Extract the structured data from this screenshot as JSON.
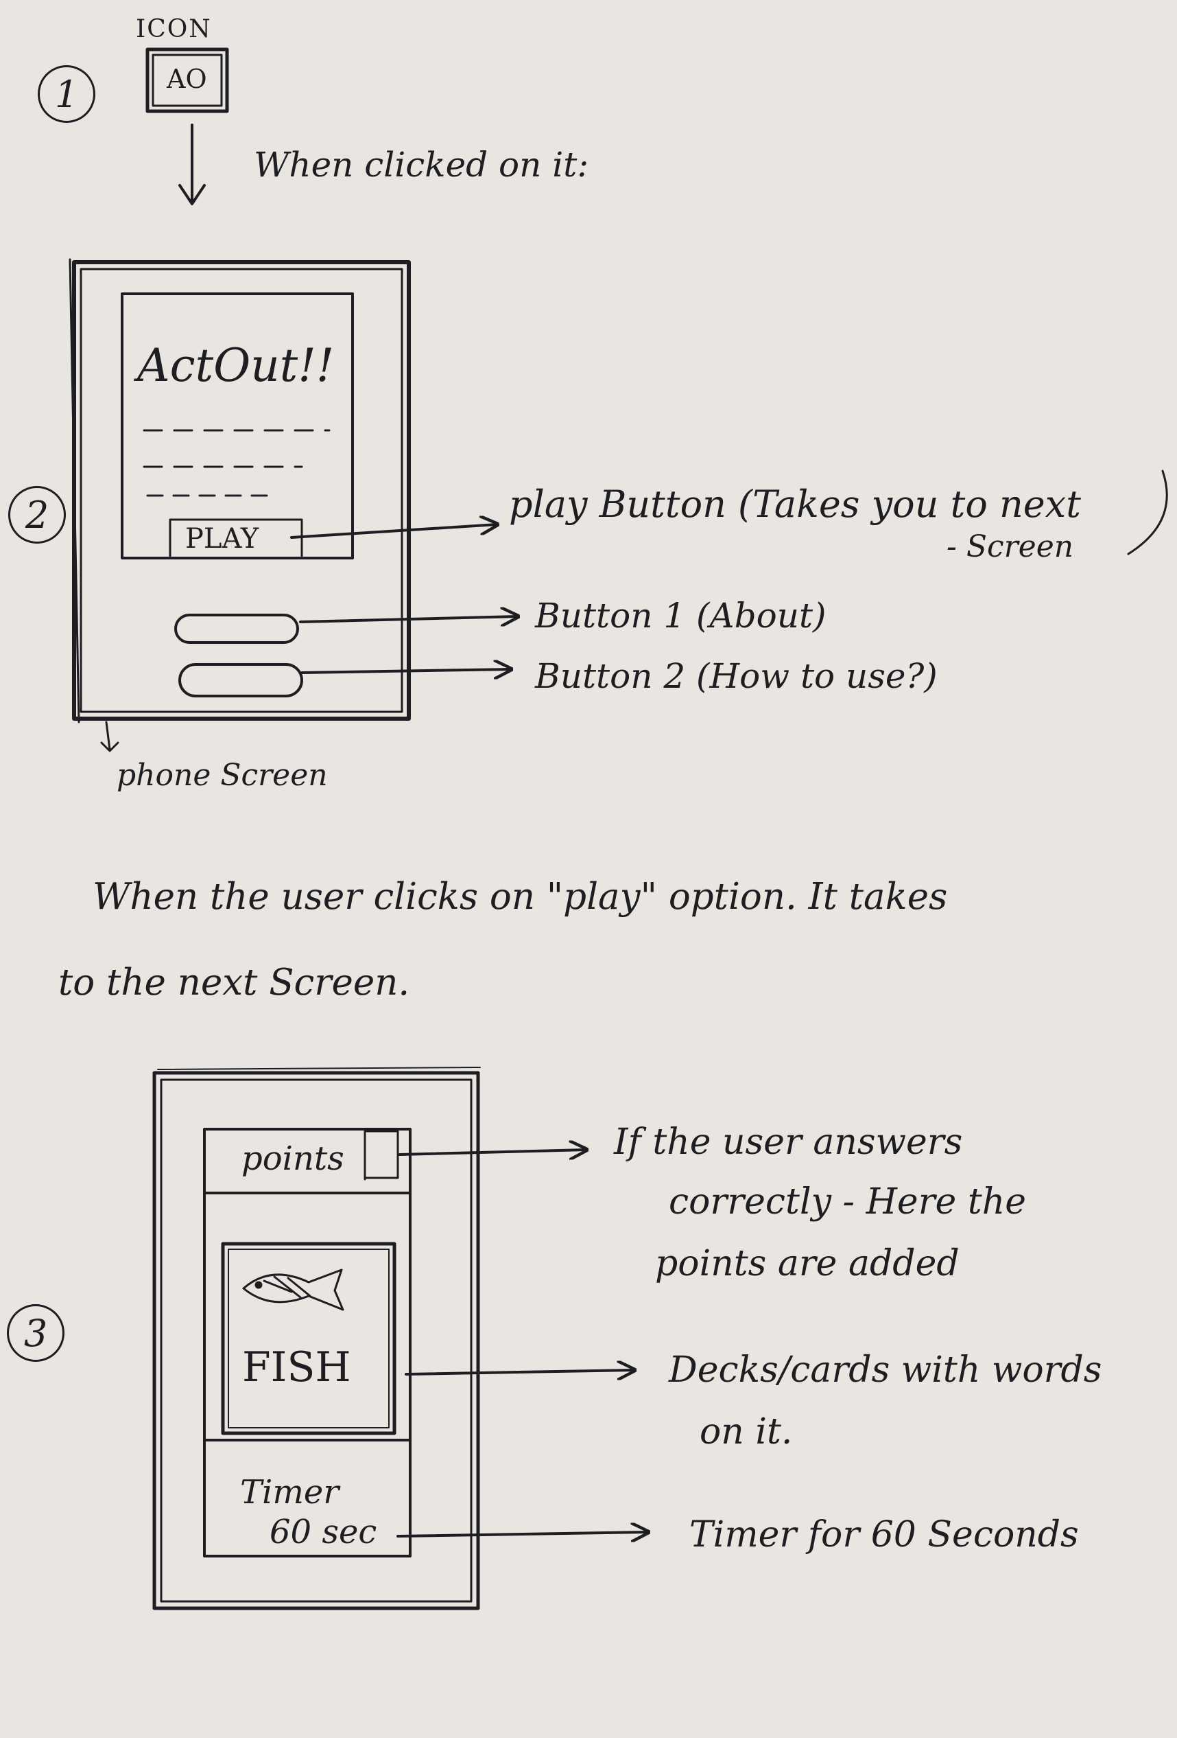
{
  "step1": {
    "number": "1",
    "icon_caption": "ICON",
    "icon_letters": "AO",
    "note": "When clicked on it:"
  },
  "step2": {
    "number": "2",
    "app_title": "ActOut!!",
    "play_label": "PLAY",
    "annotations": {
      "play": "play Button (Takes you to next",
      "play_cont": "- Screen",
      "button1": "Button 1 (About)",
      "button2": "Button 2 (How to use?)"
    },
    "phone_caption": "phone Screen"
  },
  "transition": {
    "line1": "When the user clicks on \"play\" option. It takes",
    "line2": "to the next Screen."
  },
  "step3": {
    "number": "3",
    "points_label": "points",
    "card_word": "FISH",
    "timer_line1": "Timer",
    "timer_line2": "60 sec",
    "annotations": {
      "points_1": "If the user answers",
      "points_2": "correctly - Here the",
      "points_3": "points are added",
      "cards_1": "Decks/cards with words",
      "cards_2": "on it.",
      "timer": "Timer for 60 Seconds"
    }
  },
  "colors": {
    "paper": "#e9e6e1",
    "ink": "#1e1e22"
  },
  "icons": {
    "card_image": "fish-icon"
  }
}
